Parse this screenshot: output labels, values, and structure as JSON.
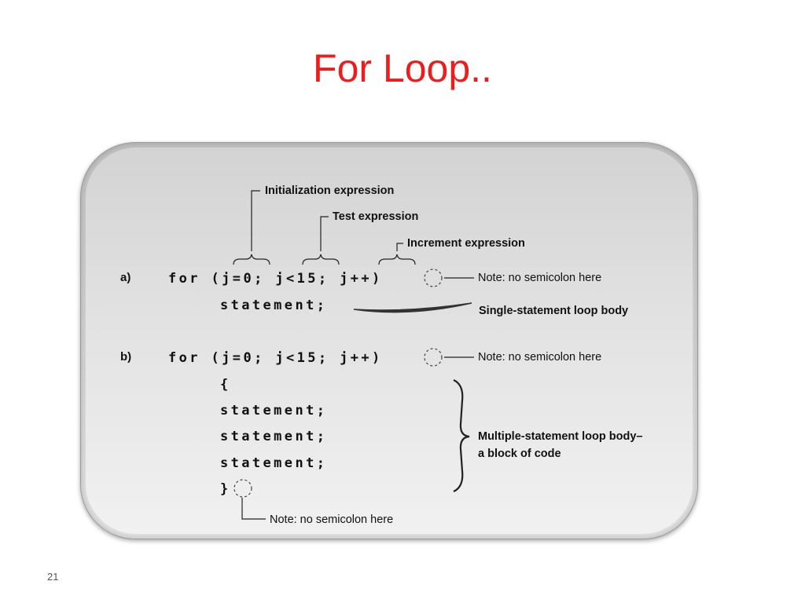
{
  "slide": {
    "title": "For Loop..",
    "page_number": "21"
  },
  "diagram": {
    "part_a": {
      "tag": "a)",
      "code_line1": "for (j=0; j<15; j++)",
      "code_line2": "statement;",
      "note": "Note: no semicolon here",
      "body_label": "Single-statement loop body"
    },
    "part_b": {
      "tag": "b)",
      "code_line1": "for (j=0; j<15; j++)",
      "open_brace": "{",
      "statements": [
        "statement;",
        "statement;",
        "statement;"
      ],
      "close_brace": "}",
      "note_loop": "Note: no semicolon here",
      "note_brace": "Note: no semicolon here",
      "body_label_line1": "Multiple-statement loop body–",
      "body_label_line2": "a block of code"
    },
    "callouts": {
      "initialization": "Initialization expression",
      "test": "Test expression",
      "increment": "Increment expression"
    }
  }
}
